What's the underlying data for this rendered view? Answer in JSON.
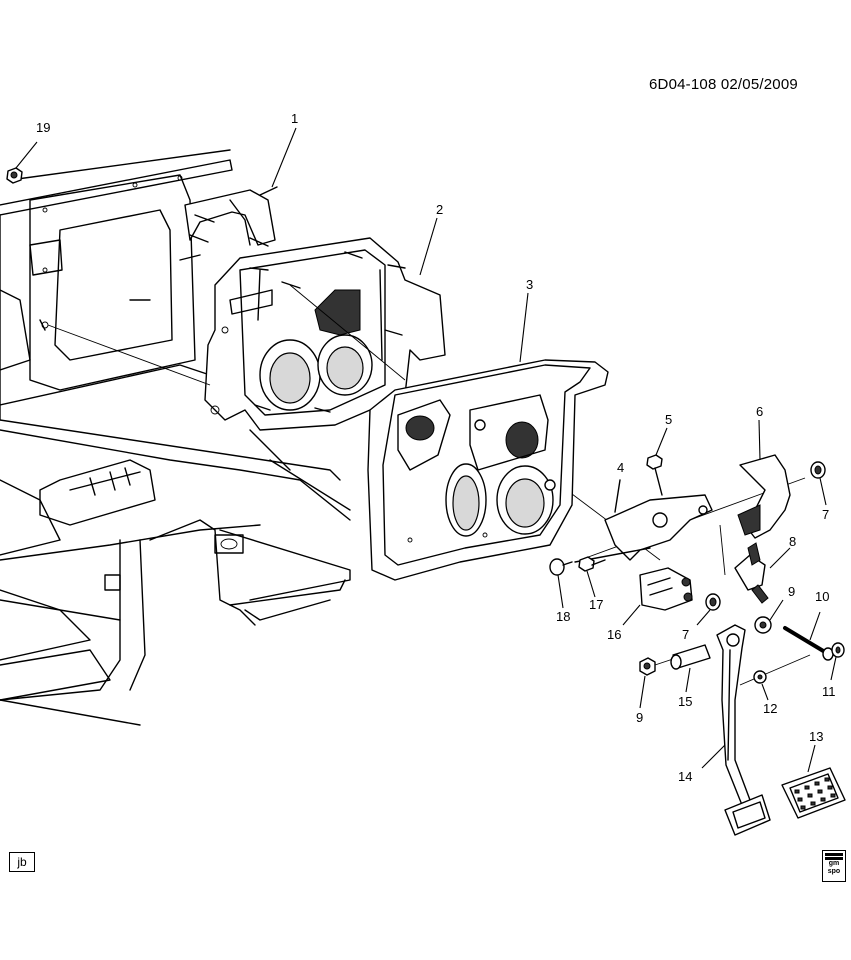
{
  "header": {
    "diagram_code": "6D04-108 02/05/2009"
  },
  "callouts": [
    {
      "id": "c1",
      "text": "1"
    },
    {
      "id": "c2",
      "text": "2"
    },
    {
      "id": "c3",
      "text": "3"
    },
    {
      "id": "c4",
      "text": "4"
    },
    {
      "id": "c5",
      "text": "5"
    },
    {
      "id": "c6",
      "text": "6"
    },
    {
      "id": "c7a",
      "text": "7"
    },
    {
      "id": "c7b",
      "text": "7"
    },
    {
      "id": "c8",
      "text": "8"
    },
    {
      "id": "c9a",
      "text": "9"
    },
    {
      "id": "c9b",
      "text": "9"
    },
    {
      "id": "c10",
      "text": "10"
    },
    {
      "id": "c11",
      "text": "11"
    },
    {
      "id": "c12",
      "text": "12"
    },
    {
      "id": "c13",
      "text": "13"
    },
    {
      "id": "c14",
      "text": "14"
    },
    {
      "id": "c15",
      "text": "15"
    },
    {
      "id": "c16",
      "text": "16"
    },
    {
      "id": "c17",
      "text": "17"
    },
    {
      "id": "c18",
      "text": "18"
    },
    {
      "id": "c19",
      "text": "19"
    }
  ],
  "footer": {
    "corner_tag": "jb",
    "badge_line1": "gm",
    "badge_line2": "spo"
  }
}
